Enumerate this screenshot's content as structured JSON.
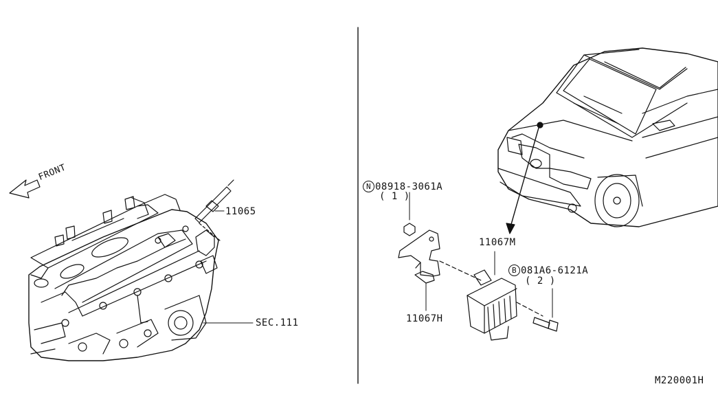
{
  "front_label": "FRONT",
  "parts": {
    "glow_plug": "11065",
    "sec": "SEC.111",
    "nut_symbol": "N",
    "nut_part": "08918-3061A",
    "nut_qty": "( 1 )",
    "relay": "11067M",
    "bolt_symbol": "B",
    "bolt_part": "081A6-6121A",
    "bolt_qty": "( 2 )",
    "bracket": "11067H"
  },
  "diagram_code": "M220001H"
}
